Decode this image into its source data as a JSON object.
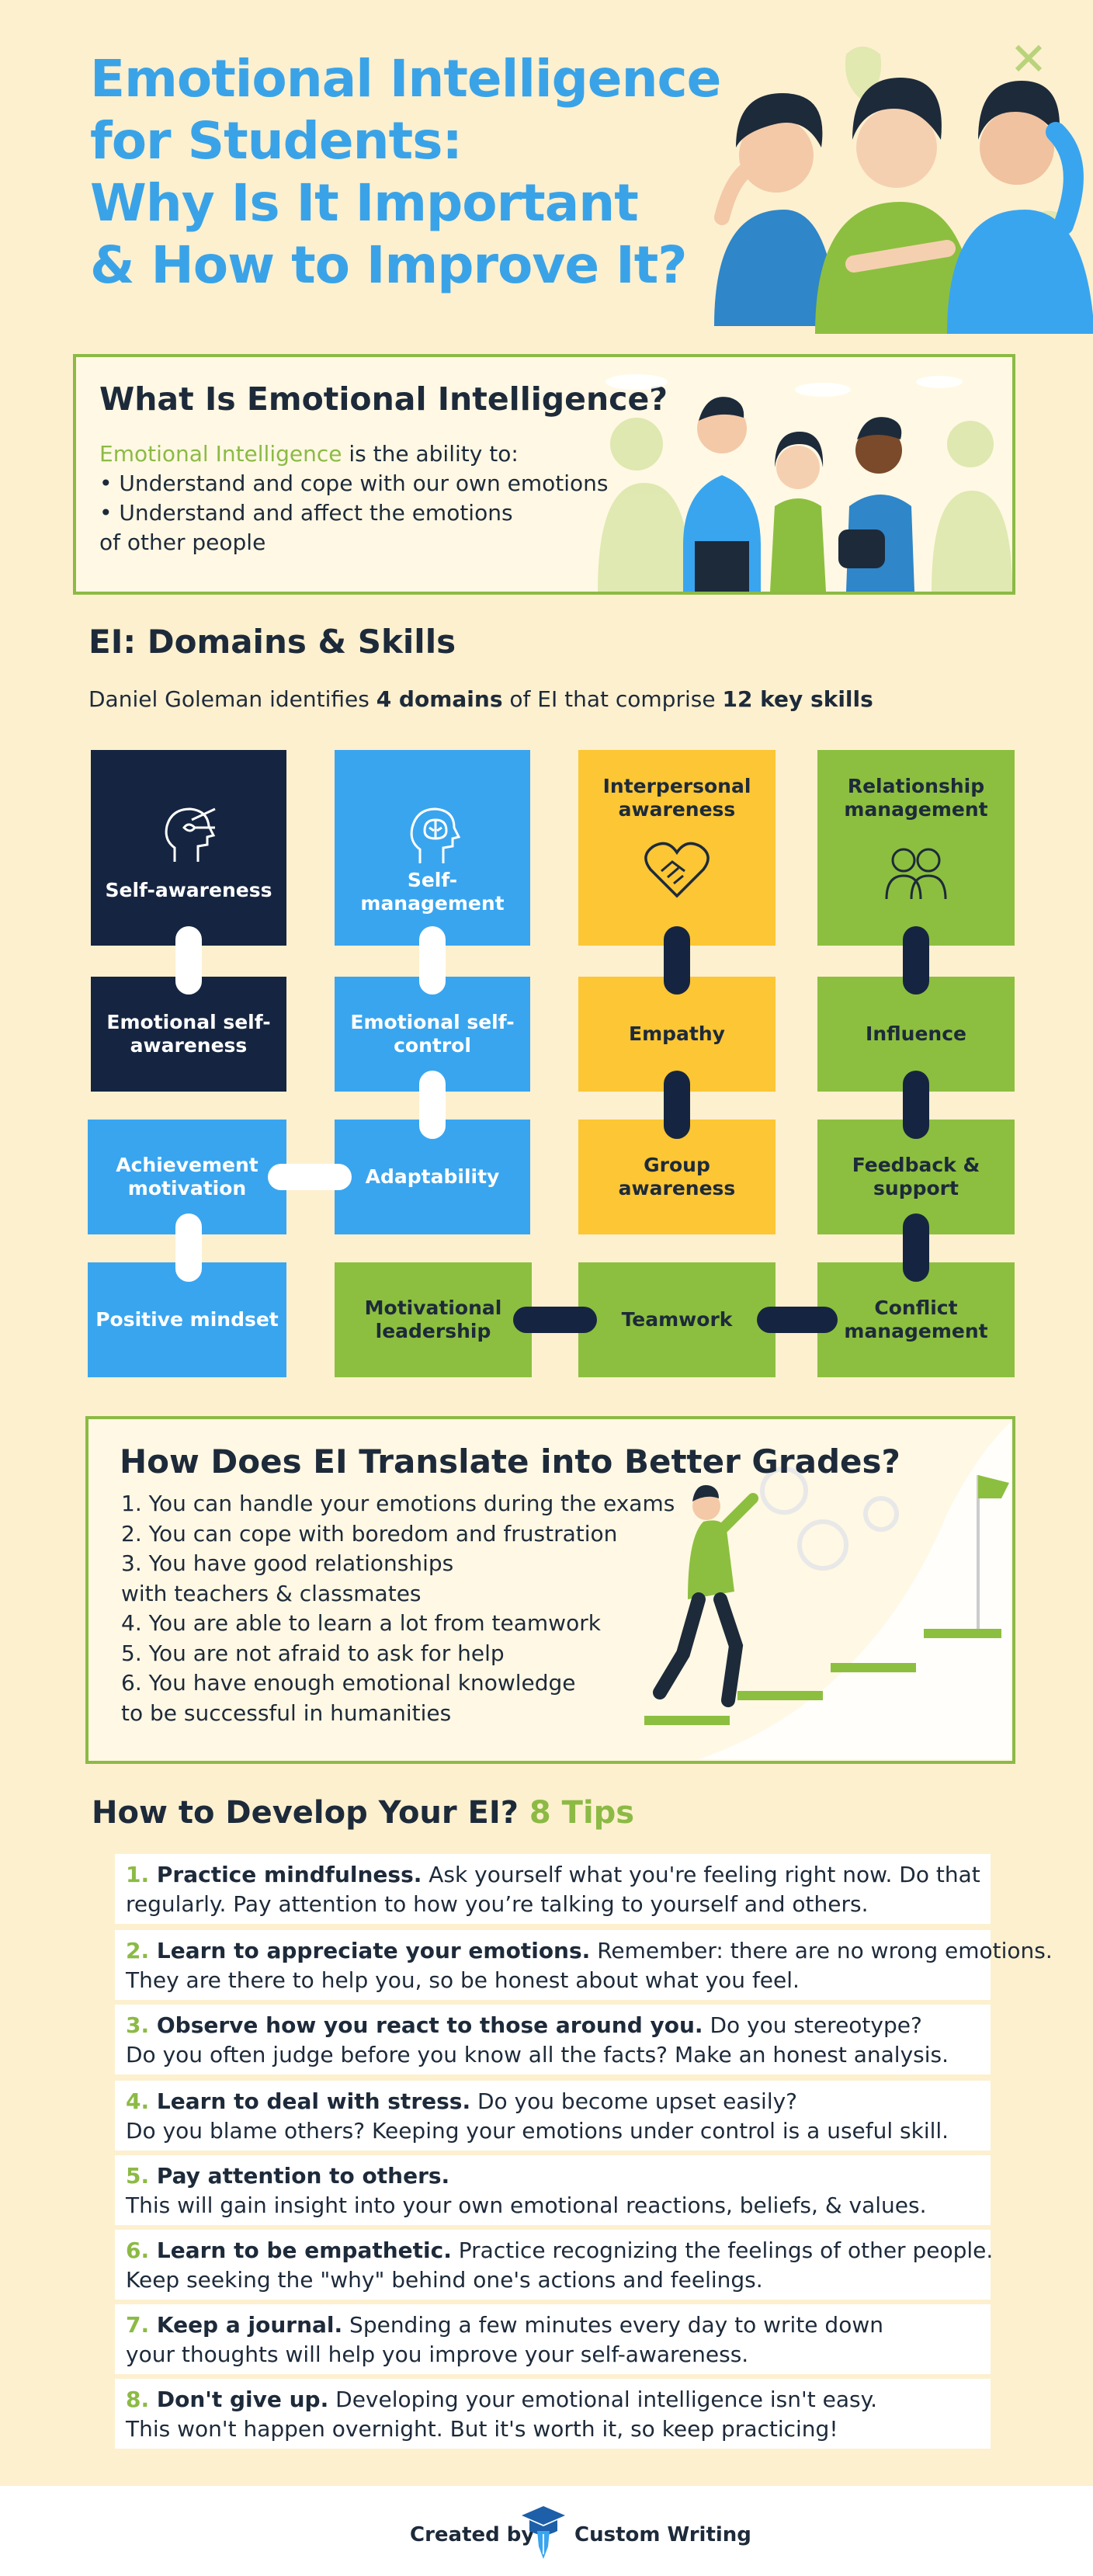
{
  "header": {
    "title_lines": [
      "Emotional Intelligence",
      "for Students:",
      "Why Is It Important",
      "& How to Improve It?"
    ]
  },
  "what_is": {
    "heading": "What Is Emotional Intelligence?",
    "term": "Emotional Intelligence",
    "definition_rest": " is the ability to:",
    "bullets": [
      "• Understand and cope with our own emotions",
      "• Understand and affect the emotions"
    ],
    "bullet_cont": "of other people"
  },
  "domains": {
    "heading": "EI: Domains & Skills",
    "intro_a": "Daniel Goleman identifies ",
    "intro_b": "4 domains",
    "intro_c": " of EI that comprise ",
    "intro_d": "12 key skills",
    "tiles": {
      "self_awareness": "Self-awareness",
      "self_management": "Self-management",
      "interpersonal": "Interpersonal awareness",
      "relationship": "Relationship management",
      "emotional_self_awareness": "Emotional self-awareness",
      "emotional_self_control": "Emotional self-control",
      "empathy": "Empathy",
      "influence": "Influence",
      "achievement": "Achievement motivation",
      "adaptability": "Adaptability",
      "group_awareness": "Group awareness",
      "feedback": "Feedback & support",
      "positive_mindset": "Positive mindset",
      "motivational_leadership": "Motivational leadership",
      "teamwork": "Teamwork",
      "conflict": "Conflict management"
    },
    "colors": {
      "navy": "#152541",
      "blue": "#39a5ef",
      "yellow": "#fcc634",
      "green": "#8cbf3f"
    }
  },
  "grades": {
    "heading": "How Does EI Translate into Better Grades?",
    "lines": [
      "1. You can handle your emotions during the exams",
      "2. You can cope with boredom and frustration",
      "3. You have good relationships",
      "with teachers & classmates",
      "4. You are able to learn a lot from teamwork",
      "5. You are not afraid to ask for help",
      "6. You have enough emotional knowledge",
      "to be successful in humanities"
    ]
  },
  "tips": {
    "heading_a": "How to Develop Your EI?",
    "heading_b": " 8 Tips",
    "items": [
      {
        "num": "1.",
        "bold": " Practice mindfulness.",
        "rest": " Ask yourself what you're feeling right now. Do that",
        "line2": "regularly. Pay attention to how you’re talking to yourself and others."
      },
      {
        "num": "2.",
        "bold": " Learn to appreciate your emotions.",
        "rest": " Remember: there are no wrong emotions.",
        "line2": "They are there to help you, so be honest about what you feel."
      },
      {
        "num": "3.",
        "bold": " Observe how you react to those around you.",
        "rest": " Do you stereotype?",
        "line2": "Do you often judge before you know all the facts? Make an honest analysis."
      },
      {
        "num": "4.",
        "bold": " Learn to deal with stress.",
        "rest": " Do you become upset easily?",
        "line2": "Do you blame others? Keeping your emotions under control is a useful skill."
      },
      {
        "num": "5.",
        "bold": " Pay attention to others.",
        "rest": "",
        "line2": "This will gain insight into your own emotional reactions, beliefs, & values."
      },
      {
        "num": "6.",
        "bold": " Learn to be empathetic.",
        "rest": " Practice recognizing the feelings of other people.",
        "line2": "Keep seeking the \"why\" behind one's actions and feelings."
      },
      {
        "num": "7.",
        "bold": " Keep a journal.",
        "rest": " Spending a few minutes every day to write down",
        "line2": "your thoughts will help you improve your self-awareness."
      },
      {
        "num": "8.",
        "bold": " Don't give up.",
        "rest": " Developing your emotional intelligence isn't easy.",
        "line2": "This won't happen overnight. But it's worth it, so keep practicing!"
      }
    ]
  },
  "footer": {
    "created_by": "Created by",
    "brand": "Custom Writing"
  }
}
